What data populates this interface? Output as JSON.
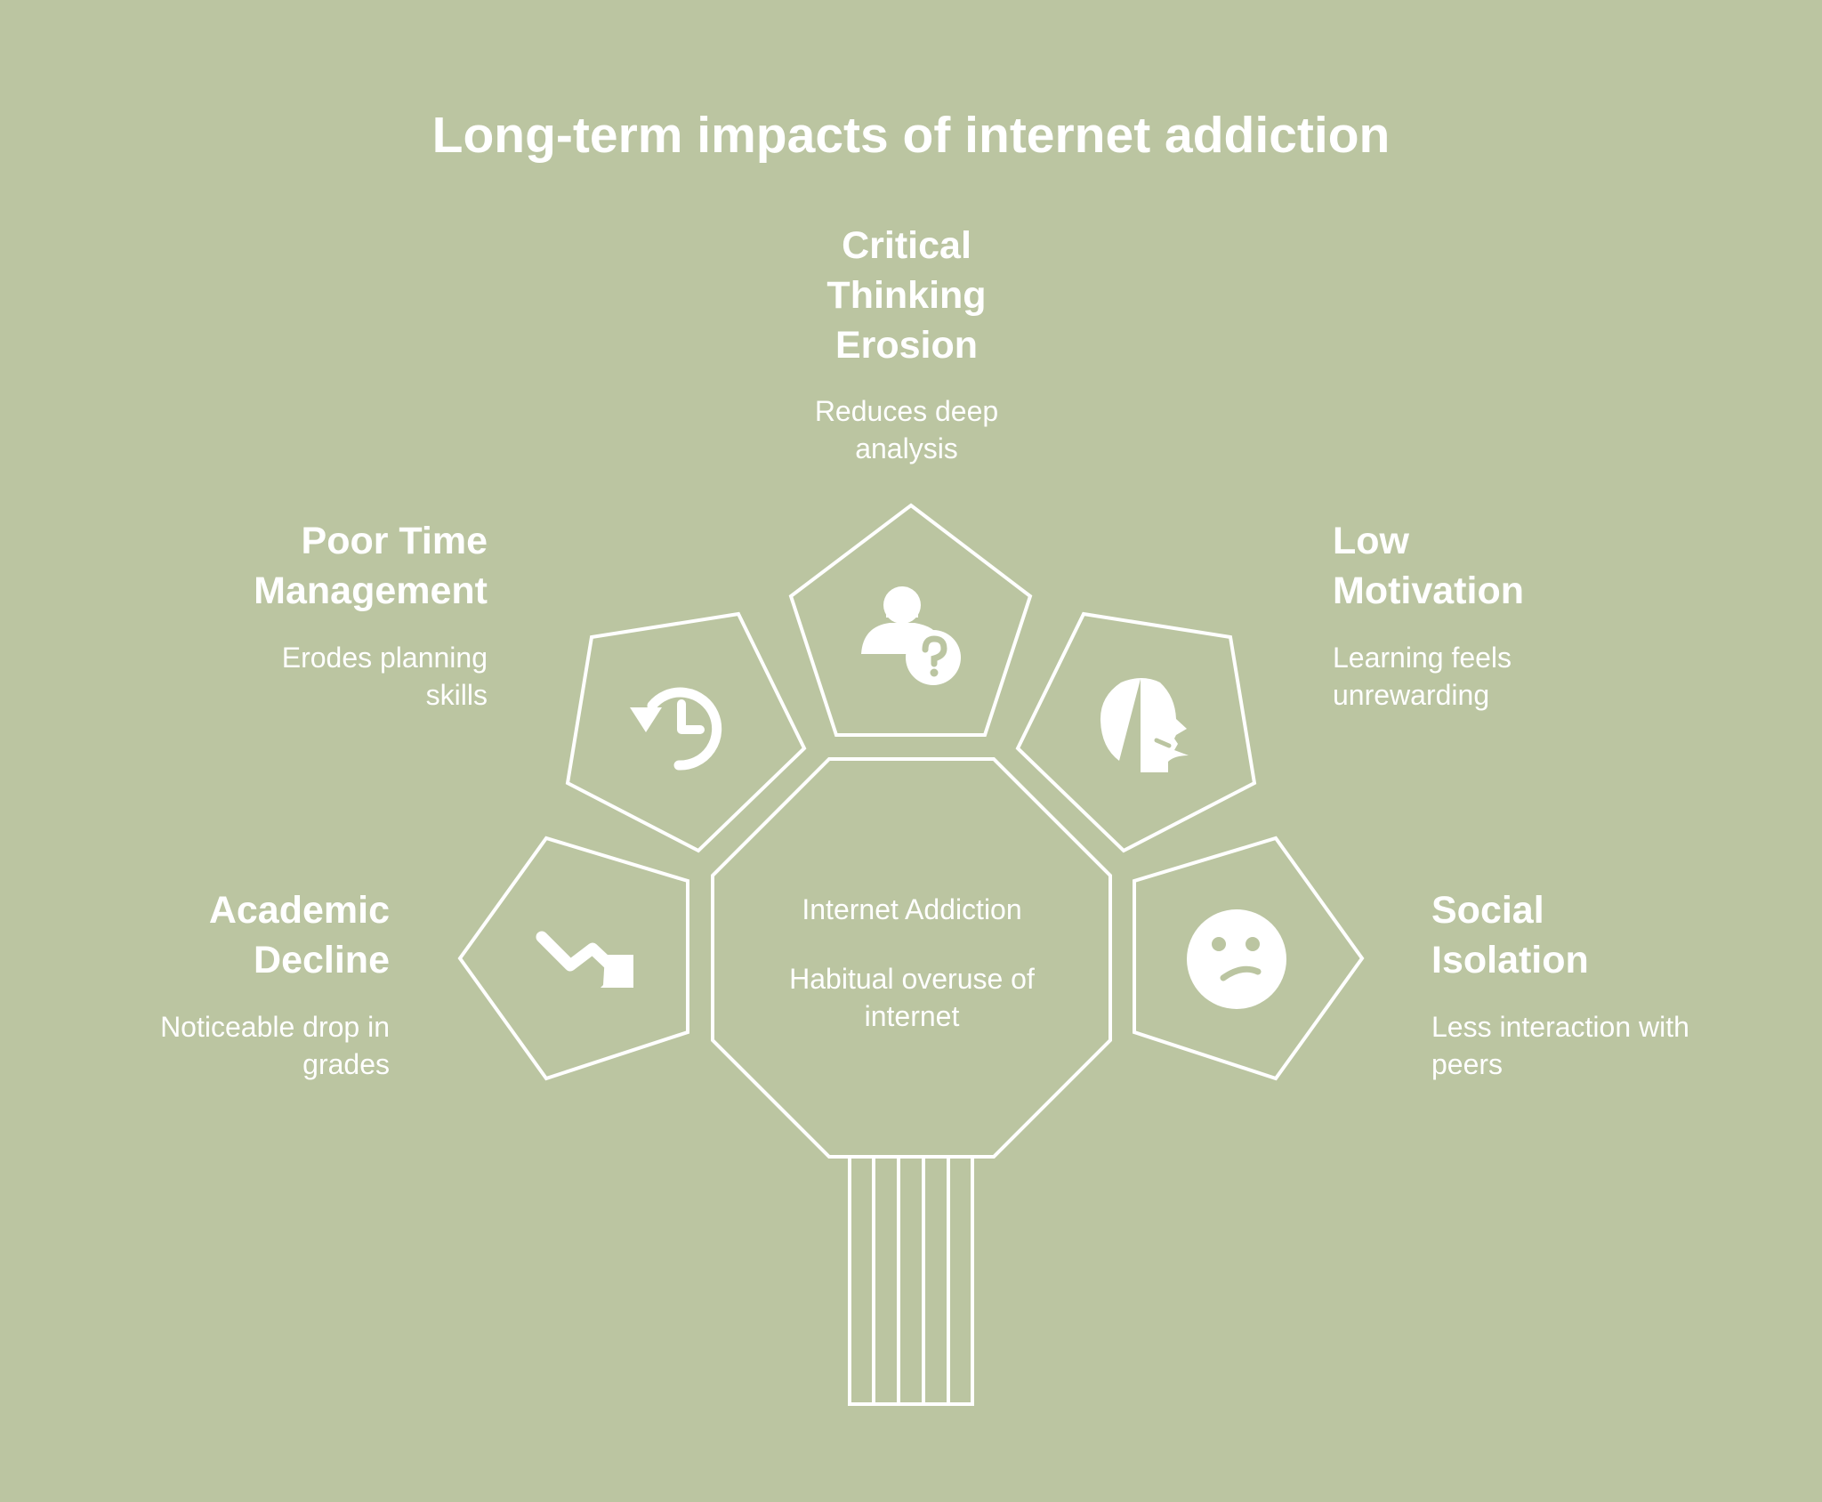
{
  "title": "Long-term impacts of internet addiction",
  "hub": {
    "title": "Internet Addiction",
    "description": "Habitual overuse of internet"
  },
  "branches": [
    {
      "heading": "Academic Decline",
      "description": "Noticeable drop in grades",
      "icon": "trending-down-icon"
    },
    {
      "heading": "Poor Time Management",
      "description": "Erodes planning skills",
      "icon": "history-clock-icon"
    },
    {
      "heading": "Critical Thinking Erosion",
      "description": "Reduces deep analysis",
      "icon": "person-question-icon"
    },
    {
      "heading": "Low Motivation",
      "description": "Learning feels unrewarding",
      "icon": "head-profile-icon"
    },
    {
      "heading": "Social Isolation",
      "description": "Less interaction with peers",
      "icon": "confused-face-icon"
    }
  ],
  "colors": {
    "background": "#bbc5a1",
    "foreground": "#ffffff"
  }
}
